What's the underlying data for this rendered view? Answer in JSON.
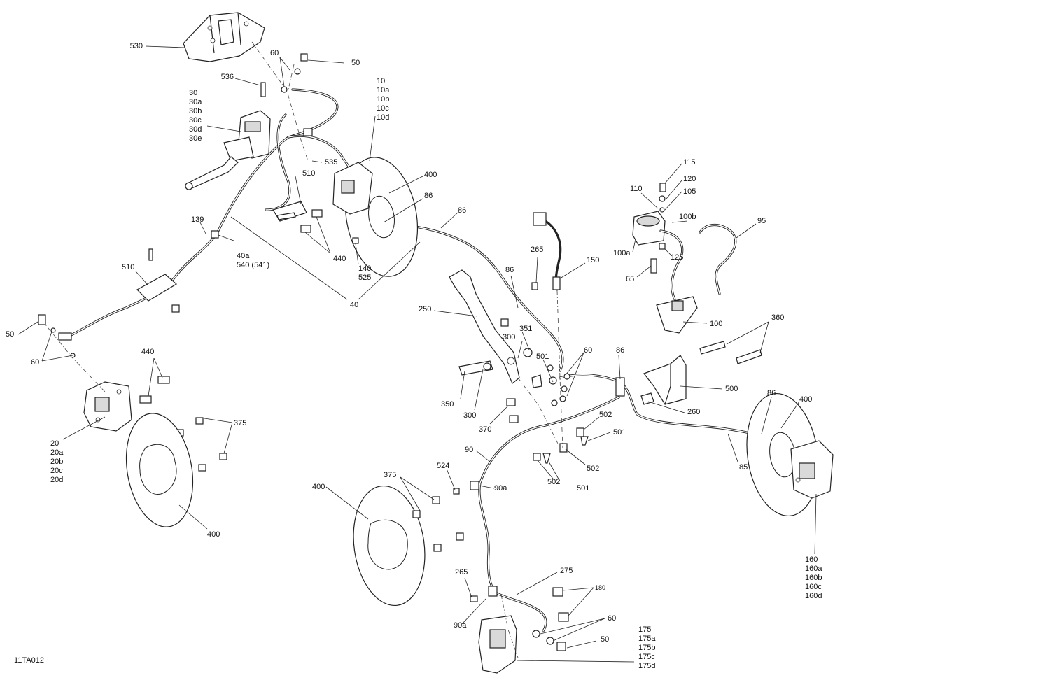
{
  "labels": {
    "p530": "530",
    "p60a": "60",
    "p50a": "50",
    "p536": "536",
    "p30": "30\n30a\n30b\n30c\n30d\n30e",
    "p10": "10\n10a\n10b\n10c\n10d",
    "p535": "535",
    "p510a": "510",
    "p400a": "400",
    "p86a": "86",
    "p86b": "86",
    "p139": "139",
    "p40a": "40a\n540 (541)",
    "p440a": "440",
    "p140": "140\n525",
    "p510b": "510",
    "p40": "40",
    "p50b": "50",
    "p60b": "60",
    "p440b": "440",
    "p20": "20\n20a\n20b\n20c\n20d",
    "p375a": "375",
    "p400b": "400",
    "p115": "115",
    "p120": "120",
    "p110": "110",
    "p105": "105",
    "p100b": "100b",
    "p95": "95",
    "p100a": "100a",
    "p125": "125",
    "p65": "65",
    "p100": "100",
    "p265a": "265",
    "p150": "150",
    "p86c": "86",
    "p250": "250",
    "p351": "351",
    "p300a": "300",
    "p501a": "501",
    "p60c": "60",
    "p86d": "86",
    "p360": "360",
    "p500": "500",
    "p350": "350",
    "p300b": "300",
    "p370": "370",
    "p260": "260",
    "p502a": "502",
    "p501b": "501",
    "p86e": "86",
    "p400c": "400",
    "p90": "90",
    "p502b": "502",
    "p502c": "502",
    "p501c": "501",
    "p85": "85",
    "p524": "524",
    "p90a": "90a",
    "p375b": "375",
    "p400d": "400",
    "p160": "160\n160a\n160b\n160c\n160d",
    "p265b": "265",
    "p275": "275",
    "p180": "180",
    "p90a2": "90a",
    "p60d": "60",
    "p175": "175\n175a\n175b\n175c\n175d",
    "p50c": "50",
    "ref": "11TA012"
  }
}
